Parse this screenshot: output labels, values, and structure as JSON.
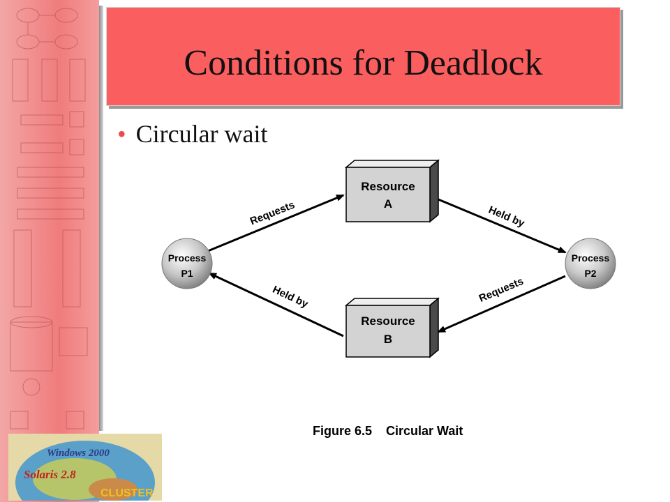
{
  "slide": {
    "title": "Conditions for Deadlock",
    "bullet": "Circular wait"
  },
  "diagram": {
    "process_p1": [
      "Process",
      "P1"
    ],
    "process_p2": [
      "Process",
      "P2"
    ],
    "resource_a": [
      "Resource",
      "A"
    ],
    "resource_b": [
      "Resource",
      "B"
    ],
    "edges": {
      "p1_to_a": "Requests",
      "a_to_p2": "Held by",
      "p2_to_b": "Requests",
      "b_to_p1": "Held by"
    },
    "caption": "Figure 6.5    Circular Wait"
  },
  "logo": {
    "line1": "Windows 2000",
    "line2": "Solaris 2.8",
    "line3": "CLUSTER"
  },
  "colors": {
    "title_bg": "#fb5e5e",
    "sidebar": "#f07c7c",
    "bullet": "#ee4b4b",
    "box_fill": "#d3d3d3"
  }
}
